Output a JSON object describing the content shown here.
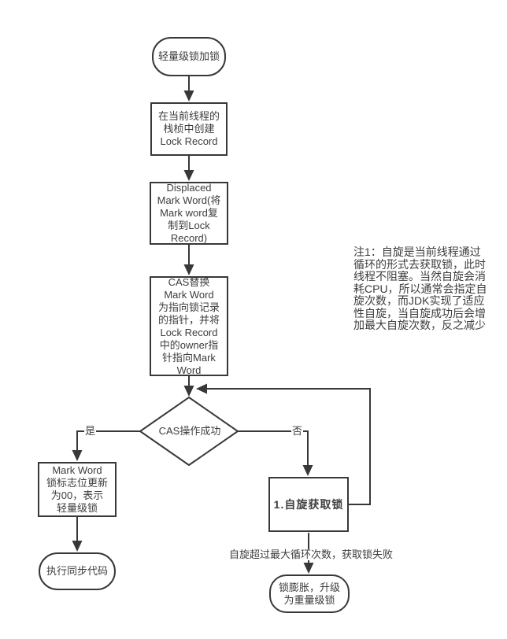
{
  "colors": {
    "stroke": "#383838",
    "text": "#3d3d3d",
    "background": "#ffffff"
  },
  "flowchart": {
    "start": {
      "label": "轻量级锁加锁"
    },
    "create_lock_record": {
      "lines": [
        "在当前线程的",
        "栈桢中创建",
        "Lock Record"
      ]
    },
    "displaced_mark_word": {
      "lines": [
        "Displaced",
        "Mark Word(将",
        "Mark word复",
        "制到Lock",
        "Record)"
      ]
    },
    "cas_replace": {
      "lines": [
        "CAS替换",
        "Mark Word",
        "为指向锁记录",
        "的指针，并将",
        "Lock Record",
        "中的owner指",
        "针指向Mark",
        "Word"
      ]
    },
    "decision": {
      "label": "CAS操作成功",
      "yes_label": "是",
      "no_label": "否"
    },
    "mark_word_update": {
      "lines": [
        "Mark Word",
        "锁标志位更新",
        "为00，表示",
        "轻量级锁"
      ]
    },
    "execute_sync": {
      "label": "执行同步代码"
    },
    "spin_lock": {
      "label": "1.自旋获取锁"
    },
    "spin_fail_label": "自旋超过最大循环次数，获取锁失败",
    "lock_inflate": {
      "lines": [
        "锁膨胀，升级",
        "为重量级锁"
      ]
    }
  },
  "note": {
    "lines": [
      "注1：自旋是当前线程通过",
      "循环的形式去获取锁，此时",
      "线程不阻塞。当然自旋会消",
      "耗CPU，所以通常会指定自",
      "旋次数，而JDK实现了适应",
      "性自旋，当自旋成功后会增",
      "加最大自旋次数，反之减少"
    ]
  }
}
